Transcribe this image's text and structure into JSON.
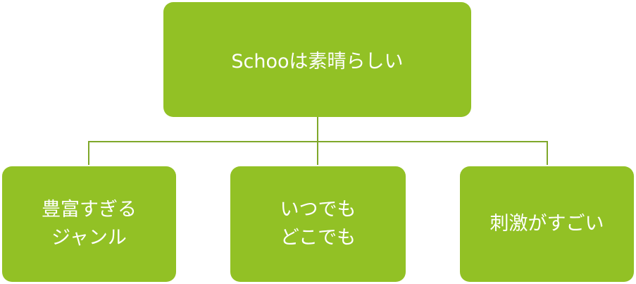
{
  "diagram": {
    "type": "hierarchy",
    "colors": {
      "node_fill": "#92c125",
      "node_text": "#ffffff",
      "connector": "#7fa82a"
    },
    "root": {
      "label": "Schooは素晴らしい"
    },
    "children": [
      {
        "label": "豊富すぎる\nジャンル"
      },
      {
        "label": "いつでも\nどこでも"
      },
      {
        "label": "刺激がすごい"
      }
    ]
  }
}
